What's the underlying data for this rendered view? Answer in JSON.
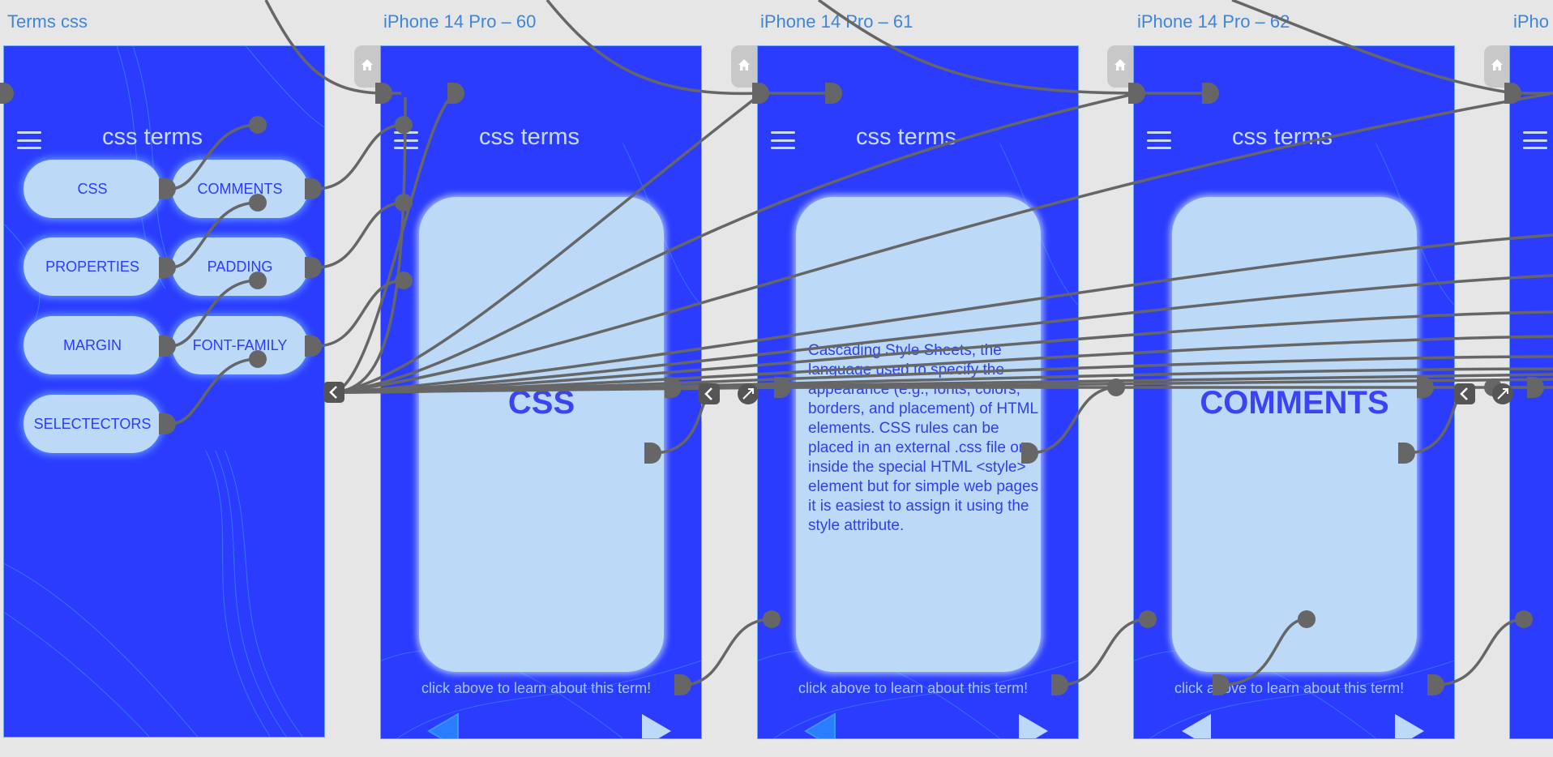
{
  "artboards": [
    {
      "label": "Terms css",
      "title": "css terms"
    },
    {
      "label": "iPhone 14 Pro – 60",
      "title": "css terms",
      "heading": "CSS",
      "hint": "click above to learn about this term!"
    },
    {
      "label": "iPhone 14 Pro – 61",
      "title": "css terms",
      "hint": "click above to learn about this term!",
      "body": "Cascading Style Sheets, the language used to specify the appearance (e.g., fonts, colors, borders, and placement) of HTML elements. CSS rules can be placed in an external .css file or inside the special HTML <style> element but for simple web pages it is easiest to assign it using the style attribute."
    },
    {
      "label": "iPhone 14 Pro – 62",
      "title": "css terms",
      "heading": "COMMENTS",
      "hint": "click above to learn about this term!"
    },
    {
      "label": "iPho"
    }
  ],
  "terms": [
    "CSS",
    "COMMENTS",
    "PROPERTIES",
    "PADDING",
    "MARGIN",
    "FONT-FAMILY",
    "SELECTECTORS"
  ],
  "icons": {
    "menu": "hamburger-icon",
    "home": "home-icon",
    "prev": "triangle-left-icon",
    "next": "triangle-right-icon",
    "back": "chevron-left-icon"
  },
  "colors": {
    "canvas": "#e6e6e6",
    "artboard": "#2b3cff",
    "card": "#bcd9f8",
    "wire": "#666666",
    "label": "#3d86d9"
  }
}
